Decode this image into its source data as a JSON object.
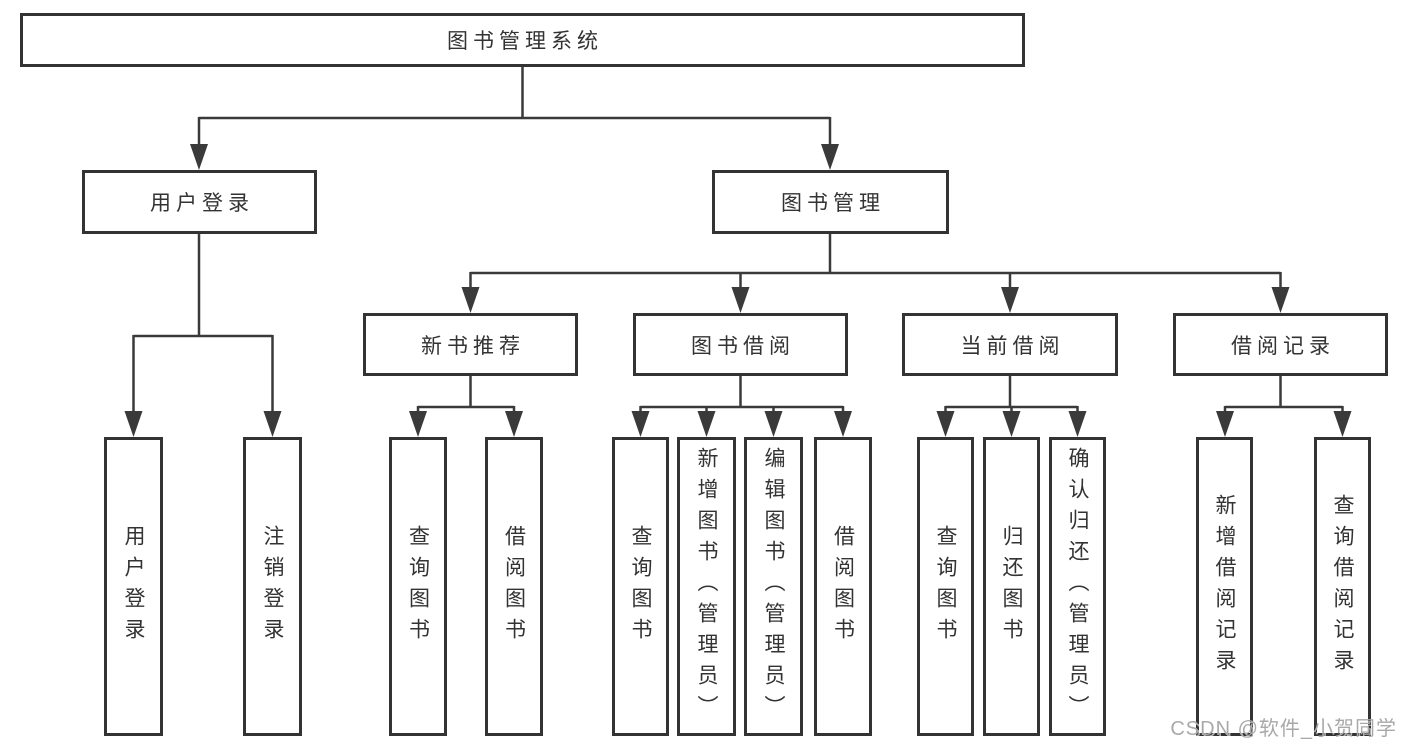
{
  "tree": {
    "label": "图书管理系统",
    "children": [
      {
        "label": "用户登录",
        "children": [
          {
            "label": "用户登录"
          },
          {
            "label": "注销登录"
          }
        ]
      },
      {
        "label": "图书管理",
        "children": [
          {
            "label": "新书推荐",
            "children": [
              {
                "label": "查询图书"
              },
              {
                "label": "借阅图书"
              }
            ]
          },
          {
            "label": "图书借阅",
            "children": [
              {
                "label": "查询图书"
              },
              {
                "label": "新增图书（管理员）"
              },
              {
                "label": "编辑图书（管理员）"
              },
              {
                "label": "借阅图书"
              }
            ]
          },
          {
            "label": "当前借阅",
            "children": [
              {
                "label": "查询图书"
              },
              {
                "label": "归还图书"
              },
              {
                "label": "确认归还（管理员）"
              }
            ]
          },
          {
            "label": "借阅记录",
            "children": [
              {
                "label": "新增借阅记录"
              },
              {
                "label": "查询借阅记录"
              }
            ]
          }
        ]
      }
    ]
  },
  "watermark": {
    "text": "CSDN @软件_小贺同学"
  },
  "colors": {
    "line": "#3a3a3a",
    "box_border": "#333333",
    "text": "#333333",
    "watermark": "#a9a9a9",
    "background": "#ffffff"
  }
}
